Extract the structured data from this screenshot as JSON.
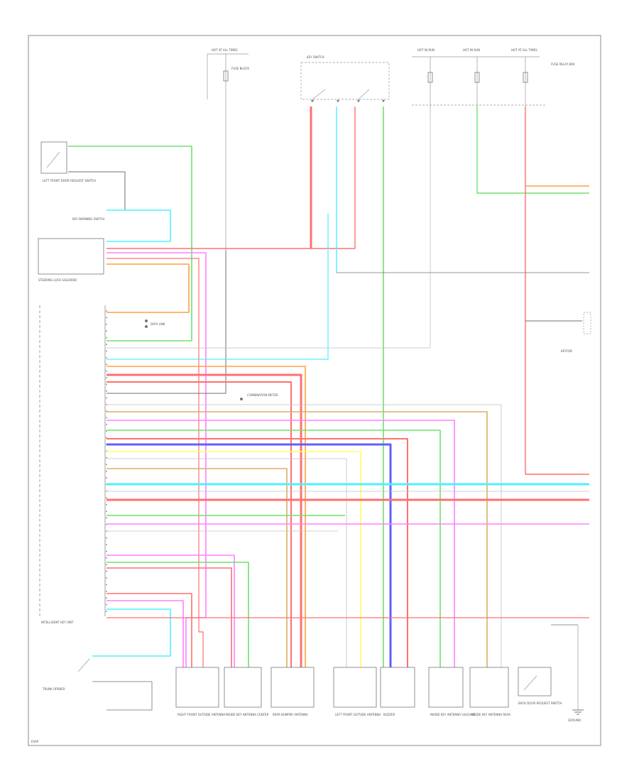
{
  "colors": {
    "background": "#ffffff",
    "frame": "#888888",
    "wire_red": "#ff7070",
    "wire_pink": "#ff80ff",
    "wire_green": "#70e070",
    "wire_cyan": "#50f0ff",
    "wire_orange": "#ffa040",
    "wire_blue": "#6060ff",
    "wire_yellow": "#ffff60",
    "wire_tan": "#d8b060",
    "wire_grey": "#c0c0c0",
    "wire_black": "#707070"
  },
  "icons": [
    "switch-icon",
    "fuse-icon",
    "ground-icon",
    "connector-icon"
  ],
  "labels": {
    "hot_at_all_times_1": "HOT AT ALL TIMES",
    "fuse_block_top": "FUSE BLOCK",
    "key_switch": "KEY SWITCH",
    "hot_in_run_1": "HOT IN RUN",
    "hot_in_run_2": "HOT IN RUN",
    "hot_at_all_times_2": "HOT AT ALL TIMES",
    "fuse_relay_box": "FUSE RELAY BOX",
    "left_front_door_switch": "LEFT FRONT DOOR REQUEST SWITCH",
    "key_warning_switch": "KEY WARNING SWITCH",
    "steering_lock_solenoid": "STEERING LOCK SOLENOID",
    "intelligent_key_unit": "INTELLIGENT KEY UNIT",
    "data_link": "DATA LINK",
    "combination_meter": "COMBINATION METER",
    "keyfob": "KEYFOB",
    "trunk_opener": "TRUNK OPENER",
    "right_front_outside_antenna": "RIGHT FRONT OUTSIDE ANTENNA",
    "inside_key_antenna_center": "INSIDE KEY ANTENNA CENTER",
    "rear_bumper_antenna": "REAR BUMPER ANTENNA",
    "left_front_outside_antenna": "LEFT FRONT OUTSIDE ANTENNA",
    "buzzer": "BUZZER",
    "inside_key_antenna_luggage": "INSIDE KEY ANTENNA LUGGAGE",
    "inside_key_antenna_rear": "INSIDE KEY ANTENNA REAR",
    "back_door_request_switch": "BACK DOOR REQUEST SWITCH",
    "ground": "GROUND",
    "page_footer": "EVAP"
  }
}
